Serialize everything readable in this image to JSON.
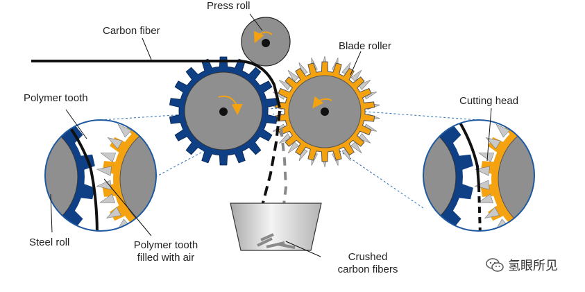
{
  "labels": {
    "press_roll": "Press roll",
    "carbon_fiber": "Carbon fiber",
    "blade_roller": "Blade roller",
    "polymer_tooth": "Polymer tooth",
    "cutting_head": "Cutting head",
    "steel_roll": "Steel roll",
    "polymer_tooth_air_line1": "Polymer tooth",
    "polymer_tooth_air_line2": "filled with air",
    "crushed_line1": "Crushed",
    "crushed_line2": "carbon fibers"
  },
  "watermark": {
    "text": "氢眼所见",
    "icon": "wechat-icon"
  },
  "colors": {
    "blue_gear": "#0f3f84",
    "orange_gear": "#f4a20f",
    "roll_gray": "#8f8f8f",
    "tooth_gray": "#c9c9c9",
    "fiber": "#111111",
    "arrow": "#f4a20f",
    "guide_line": "#2a6fb5"
  }
}
